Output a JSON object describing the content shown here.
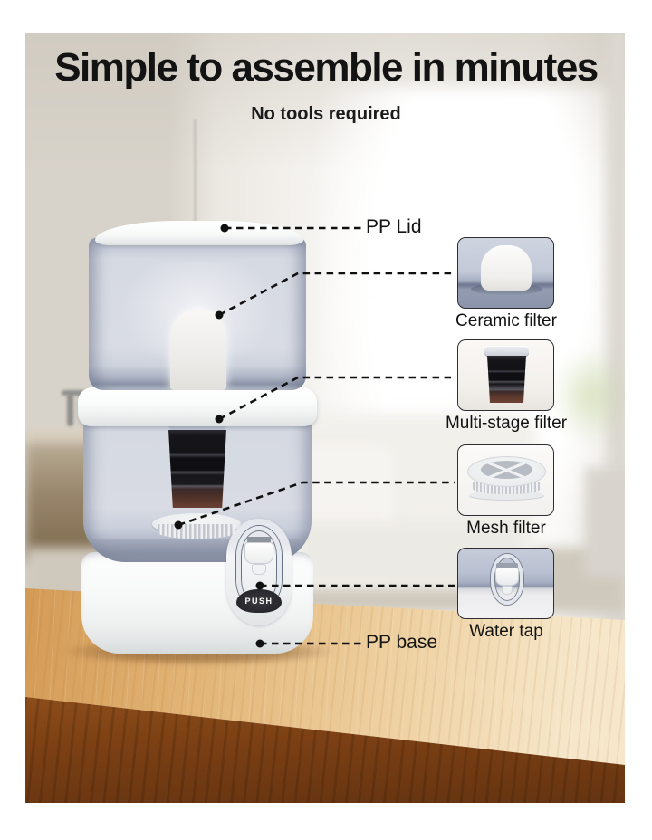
{
  "poster": {
    "title": "Simple to assemble in minutes",
    "subtitle": "No tools required"
  },
  "callouts": {
    "pp_lid": "PP Lid",
    "pp_base": "PP base"
  },
  "parts": [
    {
      "id": "ceramic-filter",
      "label": "Ceramic filter"
    },
    {
      "id": "multi-stage-filter",
      "label": "Multi-stage filter"
    },
    {
      "id": "mesh-filter",
      "label": "Mesh filter"
    },
    {
      "id": "water-tap",
      "label": "Water tap"
    }
  ],
  "product": {
    "push_label": "PUSH"
  },
  "colors": {
    "text": "#141414",
    "leader_line": "#101010",
    "glass_tint": "#d8dbe3",
    "wood_top": "#e7c390",
    "wood_edge": "#7c4014",
    "card_border": "#2f2f33",
    "background_wall": "#d8d3ca"
  }
}
